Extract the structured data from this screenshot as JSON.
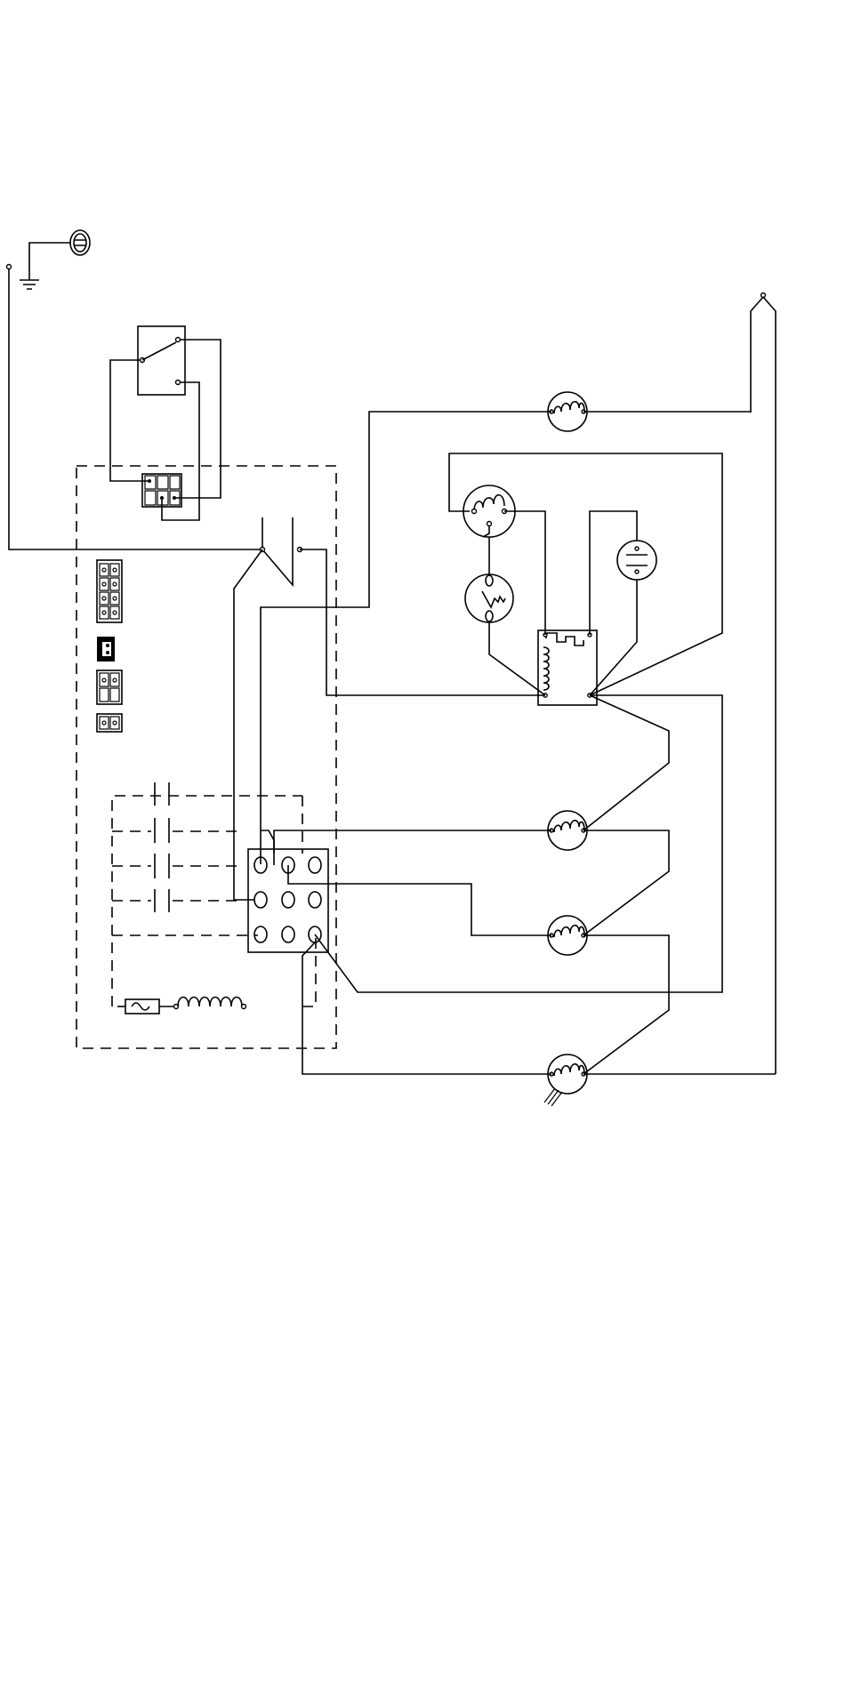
{
  "diagram": {
    "type": "wiring-schematic",
    "text_labels": [],
    "components": [
      "supply-terminal",
      "ground-symbol",
      "grounding-lug",
      "rocker-switch",
      "harness-connector",
      "control-panel-enclosure",
      "door-switch",
      "pin-connectors",
      "capacitor-bank",
      "terminal-block",
      "choke-coil",
      "motor-windings",
      "relay-module",
      "thermal-protector",
      "indicator-lamp",
      "thermostat-terminal"
    ],
    "colors": {
      "line": "#000000",
      "background": "#ffffff"
    }
  }
}
